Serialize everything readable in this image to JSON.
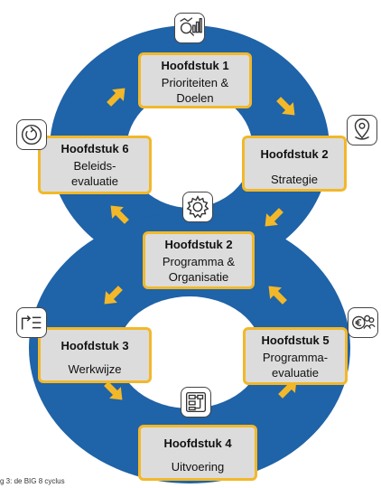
{
  "boxes": {
    "h1": {
      "title": "Hoofdstuk 1",
      "line1": "Prioriteiten &",
      "line2": "Doelen"
    },
    "h2a": {
      "title": "Hoofdstuk 2",
      "line1": "Strategie",
      "line2": ""
    },
    "h2b": {
      "title": "Hoofdstuk 2",
      "line1": "Programma &",
      "line2": "Organisatie"
    },
    "h6": {
      "title": "Hoofdstuk 6",
      "line1": "Beleids-",
      "line2": "evaluatie"
    },
    "h3": {
      "title": "Hoofdstuk 3",
      "line1": "Werkwijze",
      "line2": ""
    },
    "h5": {
      "title": "Hoofdstuk 5",
      "line1": "Programma-",
      "line2": "evaluatie"
    },
    "h4": {
      "title": "Hoofdstuk 4",
      "line1": "Uitvoering",
      "line2": ""
    }
  },
  "caption": "g 3: de BIG 8 cyclus",
  "colors": {
    "ring": "#1f63a8",
    "box_border": "#f2b829",
    "box_fill": "#dcdcdc",
    "arrow": "#f2b829"
  },
  "icons": [
    "analytics-icon",
    "location-pin-icon",
    "refresh-cycle-icon",
    "gear-icon",
    "list-arrow-icon",
    "euro-people-icon",
    "workflow-icon"
  ]
}
